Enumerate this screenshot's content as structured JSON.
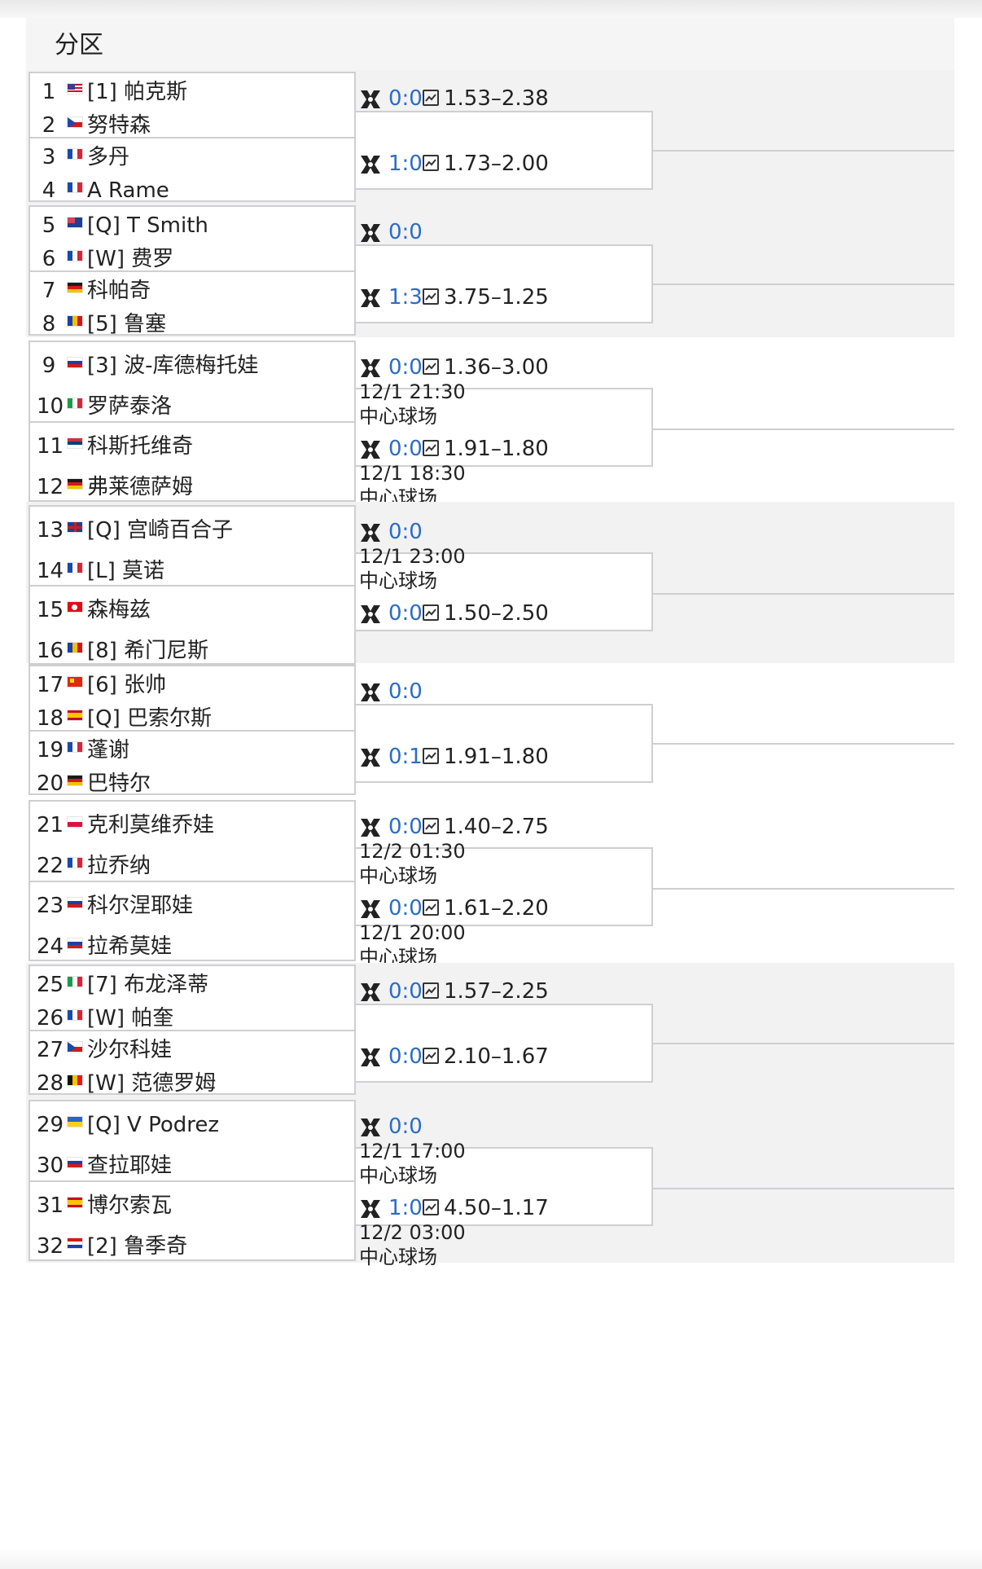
{
  "page_title": "分区",
  "colors": {
    "score_blue": "#2a6cc7",
    "border": "#cfcfd2",
    "shade": "#f2f2f3"
  },
  "players": [
    {
      "num": "1",
      "flag": "us",
      "name": "[1] 帕克斯"
    },
    {
      "num": "2",
      "flag": "cz",
      "name": "努特森"
    },
    {
      "num": "3",
      "flag": "fr",
      "name": "多丹"
    },
    {
      "num": "4",
      "flag": "fr",
      "name": "A Rame"
    },
    {
      "num": "5",
      "flag": "au",
      "name": "[Q] T Smith"
    },
    {
      "num": "6",
      "flag": "fr",
      "name": "[W] 费罗"
    },
    {
      "num": "7",
      "flag": "de",
      "name": "科帕奇"
    },
    {
      "num": "8",
      "flag": "ro",
      "name": "[5] 鲁塞"
    },
    {
      "num": "9",
      "flag": "ru",
      "name": "[3] 波-库德梅托娃"
    },
    {
      "num": "10",
      "flag": "it",
      "name": "罗萨泰洛"
    },
    {
      "num": "11",
      "flag": "rs",
      "name": "科斯托维奇"
    },
    {
      "num": "12",
      "flag": "de",
      "name": "弗莱德萨姆"
    },
    {
      "num": "13",
      "flag": "gb",
      "name": "[Q] 宫崎百合子"
    },
    {
      "num": "14",
      "flag": "fr",
      "name": "[L] 莫诺"
    },
    {
      "num": "15",
      "flag": "tr",
      "name": "森梅兹"
    },
    {
      "num": "16",
      "flag": "ad",
      "name": "[8] 希门尼斯"
    },
    {
      "num": "17",
      "flag": "cn",
      "name": "[6] 张帅"
    },
    {
      "num": "18",
      "flag": "es",
      "name": "[Q] 巴索尔斯"
    },
    {
      "num": "19",
      "flag": "fr",
      "name": "蓬谢"
    },
    {
      "num": "20",
      "flag": "de",
      "name": "巴特尔"
    },
    {
      "num": "21",
      "flag": "pl",
      "name": "克利莫维乔娃"
    },
    {
      "num": "22",
      "flag": "fr",
      "name": "拉乔纳"
    },
    {
      "num": "23",
      "flag": "ru",
      "name": "科尔涅耶娃"
    },
    {
      "num": "24",
      "flag": "ru",
      "name": "拉希莫娃"
    },
    {
      "num": "25",
      "flag": "it",
      "name": "[7] 布龙泽蒂"
    },
    {
      "num": "26",
      "flag": "fr",
      "name": "[W] 帕奎"
    },
    {
      "num": "27",
      "flag": "cz",
      "name": "沙尔科娃"
    },
    {
      "num": "28",
      "flag": "be",
      "name": "[W] 范德罗姆"
    },
    {
      "num": "29",
      "flag": "ua",
      "name": "[Q] V Podrez"
    },
    {
      "num": "30",
      "flag": "ru",
      "name": "查拉耶娃"
    },
    {
      "num": "31",
      "flag": "es",
      "name": "博尔索瓦"
    },
    {
      "num": "32",
      "flag": "hr",
      "name": "[2] 鲁季奇"
    }
  ],
  "matches": [
    {
      "score": "0:0",
      "odds": "1.53–2.38",
      "date": "",
      "venue": ""
    },
    {
      "score": "1:0",
      "odds": "1.73–2.00",
      "date": "",
      "venue": ""
    },
    {
      "score": "0:0",
      "odds": "",
      "date": "",
      "venue": ""
    },
    {
      "score": "1:3",
      "odds": "3.75–1.25",
      "date": "",
      "venue": ""
    },
    {
      "score": "0:0",
      "odds": "1.36–3.00",
      "date": "12/1 21:30",
      "venue": "中心球场"
    },
    {
      "score": "0:0",
      "odds": "1.91–1.80",
      "date": "12/1 18:30",
      "venue": "中心球场"
    },
    {
      "score": "0:0",
      "odds": "",
      "date": "12/1 23:00",
      "venue": "中心球场"
    },
    {
      "score": "0:0",
      "odds": "1.50–2.50",
      "date": "",
      "venue": ""
    },
    {
      "score": "0:0",
      "odds": "",
      "date": "",
      "venue": ""
    },
    {
      "score": "0:1",
      "odds": "1.91–1.80",
      "date": "",
      "venue": ""
    },
    {
      "score": "0:0",
      "odds": "1.40–2.75",
      "date": "12/2 01:30",
      "venue": "中心球场"
    },
    {
      "score": "0:0",
      "odds": "1.61–2.20",
      "date": "12/1 20:00",
      "venue": "中心球场"
    },
    {
      "score": "0:0",
      "odds": "1.57–2.25",
      "date": "",
      "venue": ""
    },
    {
      "score": "0:0",
      "odds": "2.10–1.67",
      "date": "",
      "venue": ""
    },
    {
      "score": "0:0",
      "odds": "",
      "date": "12/1 17:00",
      "venue": "中心球场"
    },
    {
      "score": "1:0",
      "odds": "4.50–1.17",
      "date": "12/2 03:00",
      "venue": "中心球场"
    }
  ]
}
